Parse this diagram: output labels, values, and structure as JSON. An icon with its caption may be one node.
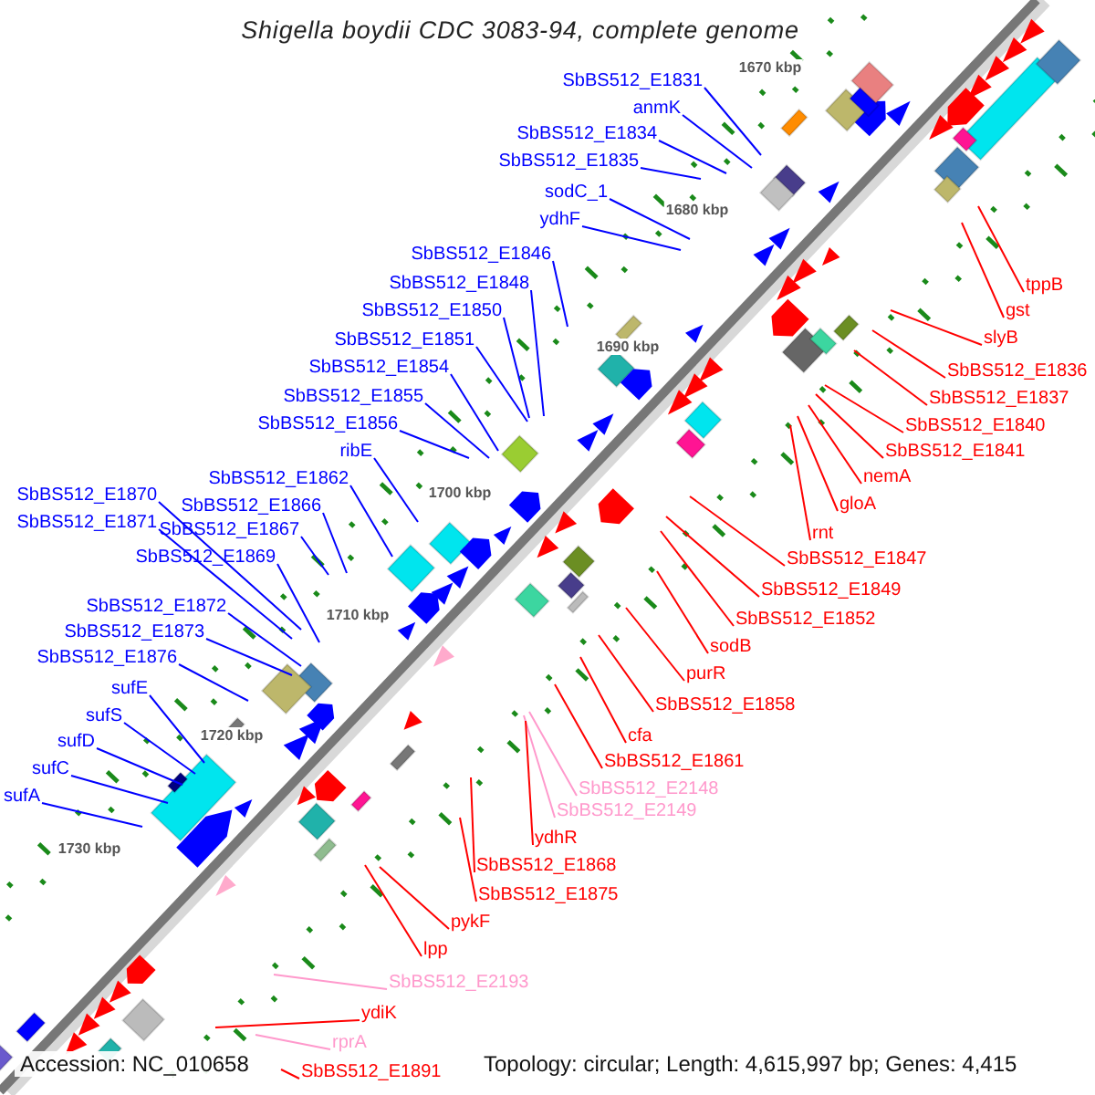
{
  "diagram": {
    "title": "Shigella boydii CDC 3083-94, complete genome",
    "nodes": [
      {
        "text": [
          "SbBS512_E1831"
        ]
      },
      {
        "text": [
          "anmK"
        ]
      },
      {
        "text": [
          "SbBS512_E1834"
        ]
      },
      {
        "text": [
          "SbBS512_E1835"
        ]
      },
      {
        "text": [
          "sodC_1"
        ]
      },
      {
        "text": [
          "ydhF"
        ]
      },
      {
        "text": [
          "SbBS512_E1846"
        ]
      },
      {
        "text": [
          "SbBS512_E1848"
        ]
      },
      {
        "text": [
          "SbBS512_E1850"
        ]
      },
      {
        "text": [
          "SbBS512_E1851"
        ]
      },
      {
        "text": [
          "SbBS512_E1854"
        ]
      },
      {
        "text": [
          "SbBS512_E1855"
        ]
      },
      {
        "text": [
          "SbBS512_E1856"
        ]
      },
      {
        "text": [
          "ribE"
        ]
      },
      {
        "text": [
          "SbBS512_E1862"
        ]
      },
      {
        "text": [
          "SbBS512_E1866"
        ]
      },
      {
        "text": [
          "SbBS512_E1870"
        ]
      },
      {
        "text": [
          "SbBS512_E1871"
        ]
      },
      {
        "text": [
          "SbBS512_E1867"
        ]
      },
      {
        "text": [
          "SbBS512_E1869"
        ]
      },
      {
        "text": [
          "SbBS512_E1872"
        ]
      },
      {
        "text": [
          "SbBS512_E1873"
        ]
      },
      {
        "text": [
          "SbBS512_E1876"
        ]
      },
      {
        "text": [
          "sufE"
        ]
      },
      {
        "text": [
          "sufS"
        ]
      },
      {
        "text": [
          "sufD"
        ]
      },
      {
        "text": [
          "sufC"
        ]
      },
      {
        "text": [
          "sufA"
        ]
      },
      {
        "text": [
          "tppB"
        ]
      },
      {
        "text": [
          "gst"
        ]
      },
      {
        "text": [
          "slyB"
        ]
      },
      {
        "text": [
          "SbBS512_E1836"
        ]
      },
      {
        "text": [
          "SbBS512_E1837"
        ]
      },
      {
        "text": [
          "SbBS512_E1840"
        ]
      },
      {
        "text": [
          "SbBS512_E1841"
        ]
      },
      {
        "text": [
          "nemA"
        ]
      },
      {
        "text": [
          "gloA"
        ]
      },
      {
        "text": [
          "rnt"
        ]
      },
      {
        "text": [
          "SbBS512_E1847"
        ]
      },
      {
        "text": [
          "SbBS512_E1849"
        ]
      },
      {
        "text": [
          "SbBS512_E1852"
        ]
      },
      {
        "text": [
          "sodB"
        ]
      },
      {
        "text": [
          "purR"
        ]
      },
      {
        "text": [
          "SbBS512_E1858"
        ]
      },
      {
        "text": [
          "cfa"
        ]
      },
      {
        "text": [
          "SbBS512_E1861"
        ]
      },
      {
        "text": [
          "SbBS512_E2148"
        ]
      },
      {
        "text": [
          "SbBS512_E2149"
        ]
      },
      {
        "text": [
          "ydhR"
        ]
      },
      {
        "text": [
          "SbBS512_E1868"
        ]
      },
      {
        "text": [
          "SbBS512_E1875"
        ]
      },
      {
        "text": [
          "pykF"
        ]
      },
      {
        "text": [
          "lpp"
        ]
      },
      {
        "text": [
          "SbBS512_E2193"
        ]
      },
      {
        "text": [
          "ydiK"
        ]
      },
      {
        "text": [
          "rprA"
        ]
      },
      {
        "text": [
          "SbBS512_E1891"
        ]
      }
    ],
    "edges": [
      {
        "from": 0,
        "to": null,
        "arrow": "none"
      },
      {
        "from": 1,
        "to": null,
        "arrow": "none"
      },
      {
        "from": 2,
        "to": null,
        "arrow": "none"
      },
      {
        "from": 3,
        "to": null,
        "arrow": "none"
      },
      {
        "from": 4,
        "to": null,
        "arrow": "none"
      },
      {
        "from": 5,
        "to": null,
        "arrow": "none"
      },
      {
        "from": 6,
        "to": null,
        "arrow": "none"
      },
      {
        "from": 7,
        "to": null,
        "arrow": "none"
      },
      {
        "from": 8,
        "to": null,
        "arrow": "none"
      },
      {
        "from": 9,
        "to": null,
        "arrow": "none"
      },
      {
        "from": 10,
        "to": null,
        "arrow": "none"
      },
      {
        "from": 11,
        "to": null,
        "arrow": "none"
      },
      {
        "from": 12,
        "to": null,
        "arrow": "none"
      },
      {
        "from": 13,
        "to": null,
        "arrow": "none"
      },
      {
        "from": 14,
        "to": null,
        "arrow": "none"
      },
      {
        "from": 15,
        "to": null,
        "arrow": "none"
      },
      {
        "from": 16,
        "to": null,
        "arrow": "none"
      },
      {
        "from": 17,
        "to": null,
        "arrow": "none"
      },
      {
        "from": 18,
        "to": null,
        "arrow": "none"
      },
      {
        "from": 19,
        "to": null,
        "arrow": "none"
      },
      {
        "from": 20,
        "to": null,
        "arrow": "none"
      },
      {
        "from": 21,
        "to": null,
        "arrow": "none"
      },
      {
        "from": 22,
        "to": null,
        "arrow": "none"
      },
      {
        "from": 23,
        "to": null,
        "arrow": "none"
      },
      {
        "from": 24,
        "to": null,
        "arrow": "none"
      },
      {
        "from": 25,
        "to": null,
        "arrow": "none"
      },
      {
        "from": 26,
        "to": null,
        "arrow": "none"
      },
      {
        "from": 27,
        "to": null,
        "arrow": "none"
      },
      {
        "from": 28,
        "to": null,
        "arrow": "none",
        "color": "#ff0000"
      },
      {
        "from": 29,
        "to": null,
        "arrow": "none",
        "color": "#ff0000"
      },
      {
        "from": 30,
        "to": null,
        "arrow": "none",
        "color": "#ff0000"
      },
      {
        "from": 31,
        "to": null,
        "arrow": "none",
        "color": "#ff0000"
      },
      {
        "from": 32,
        "to": null,
        "arrow": "none",
        "color": "#ff0000"
      },
      {
        "from": 33,
        "to": null,
        "arrow": "none",
        "color": "#ff0000"
      },
      {
        "from": 34,
        "to": null,
        "arrow": "none",
        "color": "#ff0000"
      },
      {
        "from": 35,
        "to": null,
        "arrow": "none",
        "color": "#ff0000"
      },
      {
        "from": 36,
        "to": null,
        "arrow": "none",
        "color": "#ff0000"
      },
      {
        "from": 37,
        "to": null,
        "arrow": "none",
        "color": "#ff0000"
      },
      {
        "from": 38,
        "to": null,
        "arrow": "none",
        "color": "#ff0000"
      },
      {
        "from": 39,
        "to": null,
        "arrow": "none",
        "color": "#ff0000"
      },
      {
        "from": 40,
        "to": null,
        "arrow": "none",
        "color": "#ff0000"
      },
      {
        "from": 41,
        "to": null,
        "arrow": "none",
        "color": "#ff0000"
      },
      {
        "from": 42,
        "to": null,
        "arrow": "none",
        "color": "#ff0000"
      },
      {
        "from": 43,
        "to": null,
        "arrow": "none",
        "color": "#ff0000"
      },
      {
        "from": 44,
        "to": null,
        "arrow": "none",
        "color": "#ff0000"
      },
      {
        "from": 45,
        "to": null,
        "arrow": "none",
        "color": "#ff0000"
      },
      {
        "from": 46,
        "to": null,
        "arrow": "none",
        "color": "#ff99cc"
      },
      {
        "from": 47,
        "to": null,
        "arrow": "none",
        "color": "#ff99cc"
      },
      {
        "from": 48,
        "to": null,
        "arrow": "none",
        "color": "#ff0000"
      },
      {
        "from": 49,
        "to": null,
        "arrow": "none",
        "color": "#ff0000"
      },
      {
        "from": 50,
        "to": null,
        "arrow": "none",
        "color": "#ff0000"
      },
      {
        "from": 51,
        "to": null,
        "arrow": "none",
        "color": "#ff0000"
      },
      {
        "from": 52,
        "to": null,
        "arrow": "none",
        "color": "#ff0000"
      },
      {
        "from": 53,
        "to": null,
        "arrow": "none",
        "color": "#ff99cc"
      },
      {
        "from": 54,
        "to": null,
        "arrow": "none",
        "color": "#ff0000"
      },
      {
        "from": 55,
        "to": null,
        "arrow": "none",
        "color": "#ff99cc"
      },
      {
        "from": 56,
        "to": null,
        "arrow": "none",
        "color": "#ff0000"
      }
    ],
    "labels": [
      "1670 kbp",
      "1680 kbp",
      "1690 kbp",
      "1700 kbp",
      "1710 kbp",
      "1720 kbp",
      "1730 kbp",
      "Accession: NC_010658",
      "Topology: circular; Length: 4,615,997 bp; Genes: 4,415"
    ]
  }
}
